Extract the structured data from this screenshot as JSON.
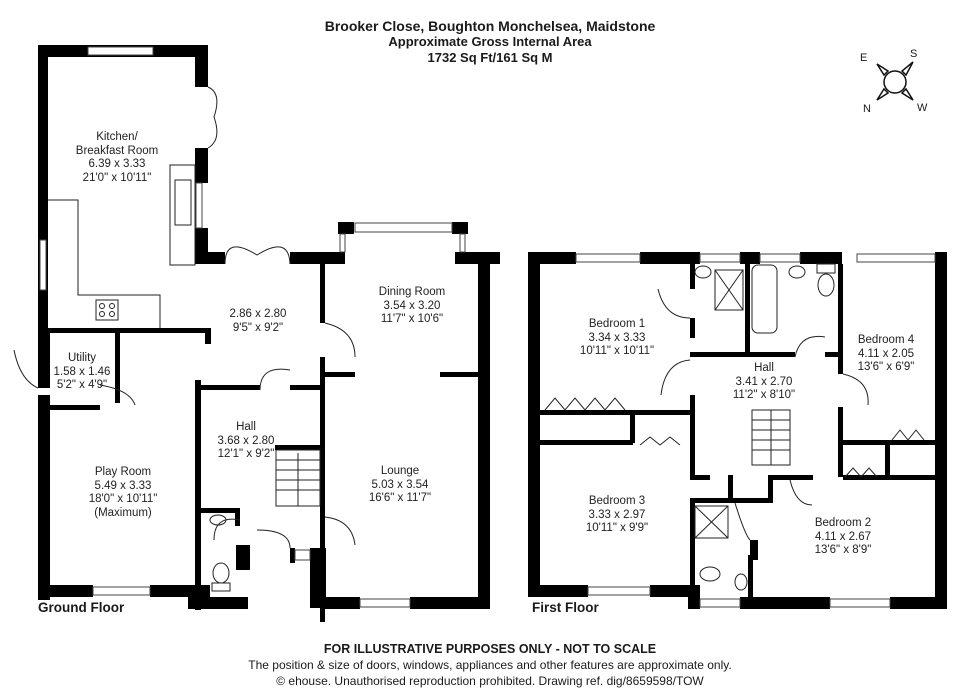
{
  "header": {
    "address": "Brooker Close, Boughton Monchelsea, Maidstone",
    "area_title": "Approximate Gross Internal Area",
    "area_value": "1732 Sq Ft/161 Sq M"
  },
  "compass": {
    "labels": {
      "e": "E",
      "s": "S",
      "n": "N",
      "w": "W"
    }
  },
  "ground_floor": {
    "label": "Ground Floor",
    "rooms": [
      {
        "name": "Kitchen/",
        "name2": "Breakfast Room",
        "metric": "6.39 x 3.33",
        "imperial": "21'0\" x 10'11\""
      },
      {
        "name": "",
        "metric": "2.86 x 2.80",
        "imperial": "9'5\" x 9'2\""
      },
      {
        "name": "Dining Room",
        "metric": "3.54 x 3.20",
        "imperial": "11'7\" x 10'6\""
      },
      {
        "name": "Utility",
        "metric": "1.58 x 1.46",
        "imperial": "5'2\" x 4'9\""
      },
      {
        "name": "Hall",
        "metric": "3.68 x 2.80",
        "imperial": "12'1\" x 9'2\""
      },
      {
        "name": "Play Room",
        "metric": "5.49 x 3.33",
        "imperial": "18'0\" x 10'11\"",
        "note": "(Maximum)"
      },
      {
        "name": "Lounge",
        "metric": "5.03 x 3.54",
        "imperial": "16'6\" x 11'7\""
      }
    ]
  },
  "first_floor": {
    "label": "First Floor",
    "rooms": [
      {
        "name": "Bedroom 1",
        "metric": "3.34 x 3.33",
        "imperial": "10'11\" x 10'11\""
      },
      {
        "name": "Bedroom 4",
        "metric": "4.11 x 2.05",
        "imperial": "13'6\" x 6'9\""
      },
      {
        "name": "Hall",
        "metric": "3.41 x 2.70",
        "imperial": "11'2\" x 8'10\""
      },
      {
        "name": "Bedroom 3",
        "metric": "3.33 x 2.97",
        "imperial": "10'11\" x 9'9\""
      },
      {
        "name": "Bedroom 2",
        "metric": "4.11 x 2.67",
        "imperial": "13'6\" x 8'9\""
      }
    ]
  },
  "footer": {
    "disclaimer": "FOR ILLUSTRATIVE PURPOSES ONLY - NOT TO SCALE",
    "note": "The position & size of doors, windows, appliances and other features are approximate only.",
    "copyright": "© ehouse. Unauthorised reproduction prohibited. Drawing ref. dig/8659598/TOW"
  },
  "colors": {
    "wall": "#000000",
    "window": "#ffffff",
    "text": "#1a1a1a",
    "background": "#ffffff"
  }
}
